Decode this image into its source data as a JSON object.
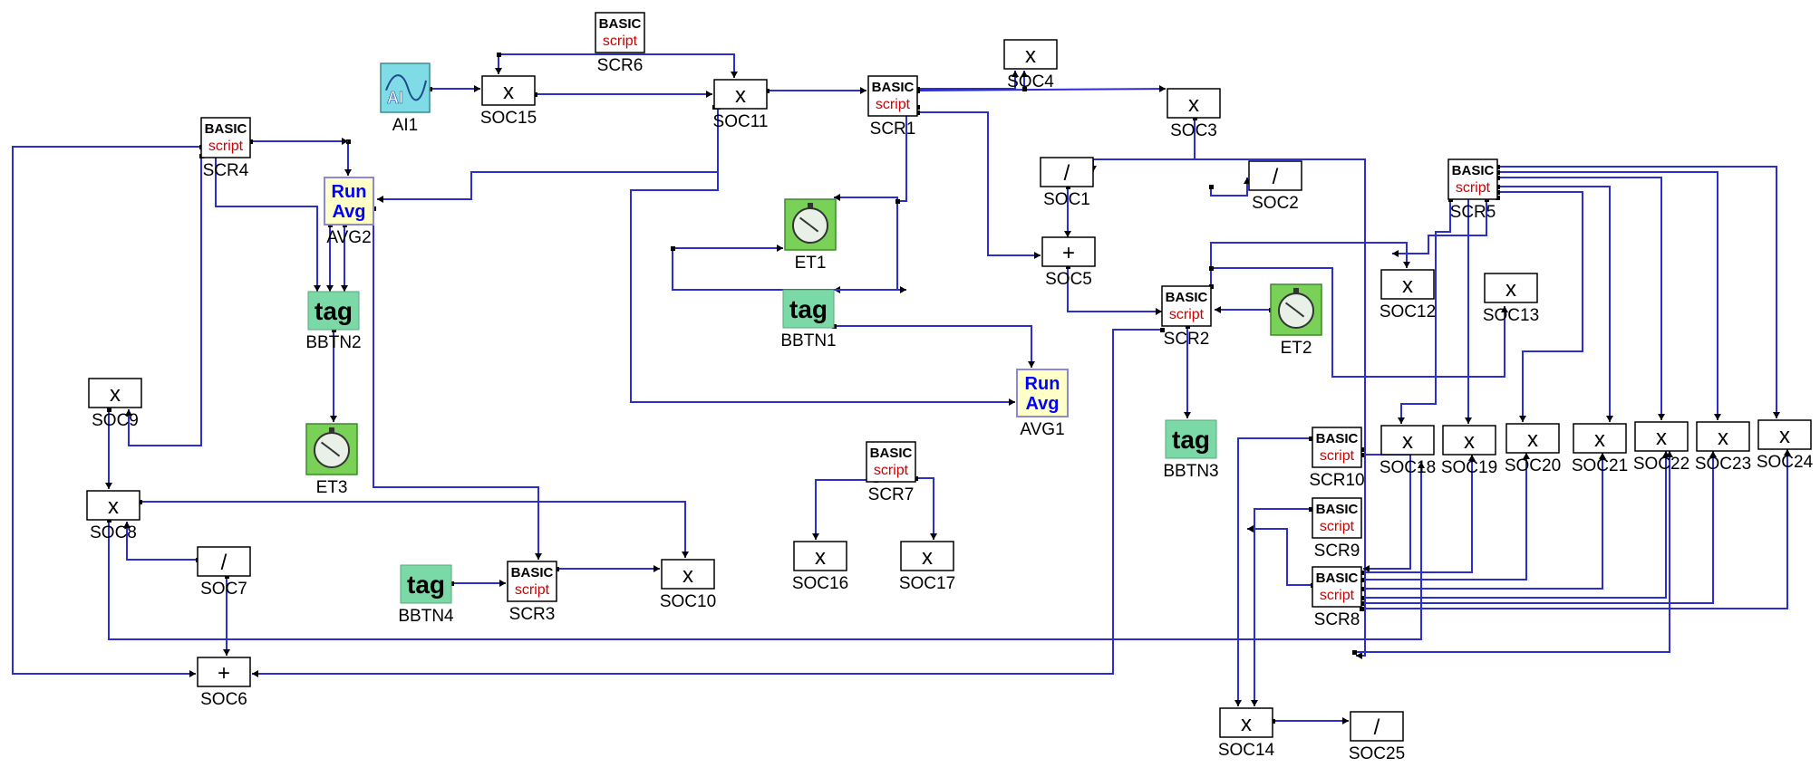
{
  "colors": {
    "wire": "#2c2fd0",
    "block_border": "#000000",
    "tag_fill": "#7ad9a6",
    "timer_fill": "#79d158",
    "avg_fill": "#ffffc8",
    "avg_text": "#0000ff",
    "script_text": "#d00000",
    "ai_fill": "#7fdce6",
    "label": "#000000"
  },
  "diagram": {
    "blocks": [
      {
        "id": "AI1",
        "kind": "ai",
        "label": "AI1",
        "icon_text": "AI"
      },
      {
        "id": "SCR6",
        "kind": "script",
        "label": "SCR6",
        "line1": "BASIC",
        "line2": "script"
      },
      {
        "id": "SOC15",
        "kind": "op",
        "label": "SOC15",
        "op": "x"
      },
      {
        "id": "SOC11",
        "kind": "op",
        "label": "SOC11",
        "op": "x"
      },
      {
        "id": "SCR1",
        "kind": "script",
        "label": "SCR1",
        "line1": "BASIC",
        "line2": "script"
      },
      {
        "id": "SOC4",
        "kind": "op",
        "label": "SOC4",
        "op": "x"
      },
      {
        "id": "SOC3",
        "kind": "op",
        "label": "SOC3",
        "op": "x"
      },
      {
        "id": "SCR4",
        "kind": "script",
        "label": "SCR4",
        "line1": "BASIC",
        "line2": "script"
      },
      {
        "id": "AVG2",
        "kind": "avg",
        "label": "AVG2",
        "line1": "Run",
        "line2": "Avg"
      },
      {
        "id": "BBTN2",
        "kind": "tag",
        "label": "BBTN2",
        "icon_text": "tag"
      },
      {
        "id": "ET3",
        "kind": "timer",
        "label": "ET3"
      },
      {
        "id": "SOC1",
        "kind": "op",
        "label": "SOC1",
        "op": "/"
      },
      {
        "id": "SOC2",
        "kind": "op",
        "label": "SOC2",
        "op": "/"
      },
      {
        "id": "ET1",
        "kind": "timer",
        "label": "ET1"
      },
      {
        "id": "BBTN1",
        "kind": "tag",
        "label": "BBTN1",
        "icon_text": "tag"
      },
      {
        "id": "SOC5",
        "kind": "op",
        "label": "SOC5",
        "op": "+"
      },
      {
        "id": "SCR2",
        "kind": "script",
        "label": "SCR2",
        "line1": "BASIC",
        "line2": "script"
      },
      {
        "id": "ET2",
        "kind": "timer",
        "label": "ET2"
      },
      {
        "id": "AVG1",
        "kind": "avg",
        "label": "AVG1",
        "line1": "Run",
        "line2": "Avg"
      },
      {
        "id": "BBTN3",
        "kind": "tag",
        "label": "BBTN3",
        "icon_text": "tag"
      },
      {
        "id": "SCR5",
        "kind": "script",
        "label": "SCR5",
        "line1": "BASIC",
        "line2": "script"
      },
      {
        "id": "SOC12",
        "kind": "op",
        "label": "SOC12",
        "op": "x"
      },
      {
        "id": "SOC13",
        "kind": "op",
        "label": "SOC13",
        "op": "x"
      },
      {
        "id": "SOC9",
        "kind": "op",
        "label": "SOC9",
        "op": "x"
      },
      {
        "id": "SOC8",
        "kind": "op",
        "label": "SOC8",
        "op": "x"
      },
      {
        "id": "SOC7",
        "kind": "op",
        "label": "SOC7",
        "op": "/"
      },
      {
        "id": "SOC6",
        "kind": "op",
        "label": "SOC6",
        "op": "+"
      },
      {
        "id": "BBTN4",
        "kind": "tag",
        "label": "BBTN4",
        "icon_text": "tag"
      },
      {
        "id": "SCR3",
        "kind": "script",
        "label": "SCR3",
        "line1": "BASIC",
        "line2": "script"
      },
      {
        "id": "SOC10",
        "kind": "op",
        "label": "SOC10",
        "op": "x"
      },
      {
        "id": "SCR7",
        "kind": "script",
        "label": "SCR7",
        "line1": "BASIC",
        "line2": "script"
      },
      {
        "id": "SOC16",
        "kind": "op",
        "label": "SOC16",
        "op": "x"
      },
      {
        "id": "SOC17",
        "kind": "op",
        "label": "SOC17",
        "op": "x"
      },
      {
        "id": "SCR10",
        "kind": "script",
        "label": "SCR10",
        "line1": "BASIC",
        "line2": "script"
      },
      {
        "id": "SCR9",
        "kind": "script",
        "label": "SCR9",
        "line1": "BASIC",
        "line2": "script"
      },
      {
        "id": "SCR8",
        "kind": "script",
        "label": "SCR8",
        "line1": "BASIC",
        "line2": "script"
      },
      {
        "id": "SOC18",
        "kind": "op",
        "label": "SOC18",
        "op": "x"
      },
      {
        "id": "SOC19",
        "kind": "op",
        "label": "SOC19",
        "op": "x"
      },
      {
        "id": "SOC20",
        "kind": "op",
        "label": "SOC20",
        "op": "x"
      },
      {
        "id": "SOC21",
        "kind": "op",
        "label": "SOC21",
        "op": "x"
      },
      {
        "id": "SOC22",
        "kind": "op",
        "label": "SOC22",
        "op": "x"
      },
      {
        "id": "SOC23",
        "kind": "op",
        "label": "SOC23",
        "op": "x"
      },
      {
        "id": "SOC24",
        "kind": "op",
        "label": "SOC24",
        "op": "x"
      },
      {
        "id": "SOC14",
        "kind": "op",
        "label": "SOC14",
        "op": "x"
      },
      {
        "id": "SOC25",
        "kind": "op",
        "label": "SOC25",
        "op": "/"
      }
    ]
  }
}
